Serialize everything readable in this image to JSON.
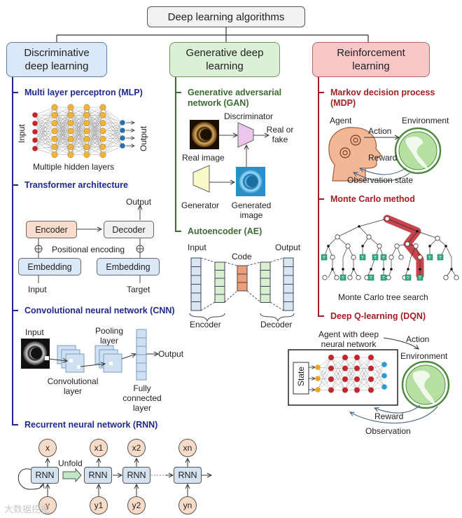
{
  "title": "Deep learning algorithms",
  "colors": {
    "discriminative": "#1f2a8a",
    "generative": "#3c6b33",
    "reinforcement": "#a41d24",
    "disc_box_fill": "#dae8f7",
    "gen_box_fill": "#dbf0d6",
    "rl_box_fill": "#f8c8c8"
  },
  "categories": {
    "discriminative": {
      "label_line1": "Discriminative",
      "label_line2": "deep learning",
      "sections": {
        "mlp": {
          "title": "Multi layer perceptron (MLP)",
          "input_label": "Input",
          "output_label": "Output",
          "caption": "Multiple hidden layers"
        },
        "transformer": {
          "title": "Transformer architecture",
          "encoder": "Encoder",
          "decoder": "Decoder",
          "embedding_left": "Embedding",
          "embedding_right": "Embedding",
          "positional_encoding": "Positional encoding",
          "input": "Input",
          "target": "Target",
          "output": "Output"
        },
        "cnn": {
          "title": "Convolutional neural network (CNN)",
          "input": "Input",
          "pooling_line1": "Pooling",
          "pooling_line2": "layer",
          "output": "Output",
          "conv_line1": "Convolutional",
          "conv_line2": "layer",
          "fc_line1": "Fully",
          "fc_line2": "connected",
          "fc_line3": "layer"
        },
        "rnn": {
          "title": "Recurrent neural network (RNN)",
          "unfold": "Unfold",
          "cell_label": "RNN",
          "x_labels": [
            "x",
            "x1",
            "x2",
            "xn"
          ],
          "y_labels": [
            "y",
            "y1",
            "y2",
            "yn"
          ],
          "ellipsis": "·····"
        }
      }
    },
    "generative": {
      "label_line1": "Generative deep",
      "label_line2": "learning",
      "sections": {
        "gan": {
          "title_line1": "Generative adversarial",
          "title_line2": "network (GAN)",
          "discriminator": "Discriminator",
          "real_or": "Real or",
          "fake": "fake",
          "real_image": "Real image",
          "generator": "Generator",
          "generated_line1": "Generated",
          "generated_line2": "image"
        },
        "ae": {
          "title": "Autoencoder (AE)",
          "input": "Input",
          "code": "Code",
          "output": "Output",
          "encoder": "Encoder",
          "decoder": "Decoder"
        }
      }
    },
    "reinforcement": {
      "label_line1": "Reinforcement",
      "label_line2": "learning",
      "sections": {
        "mdp": {
          "title_line1": "Markov decision process",
          "title_line2": "(MDP)",
          "agent": "Agent",
          "environment": "Environment",
          "action": "Action",
          "reward": "Reward",
          "observation_state": "Observation state"
        },
        "monte_carlo": {
          "title": "Monte Carlo method",
          "caption": "Monte Carlo tree search",
          "terminal_label": "T"
        },
        "dqn": {
          "title": "Deep Q-learning (DQN)",
          "agent_line1": "Agent with deep",
          "agent_line2": "neural network",
          "action": "Action",
          "environment": "Environment",
          "state": "State",
          "reward": "Reward",
          "observation": "Observation"
        }
      }
    }
  },
  "watermark": "大数据挖掘"
}
